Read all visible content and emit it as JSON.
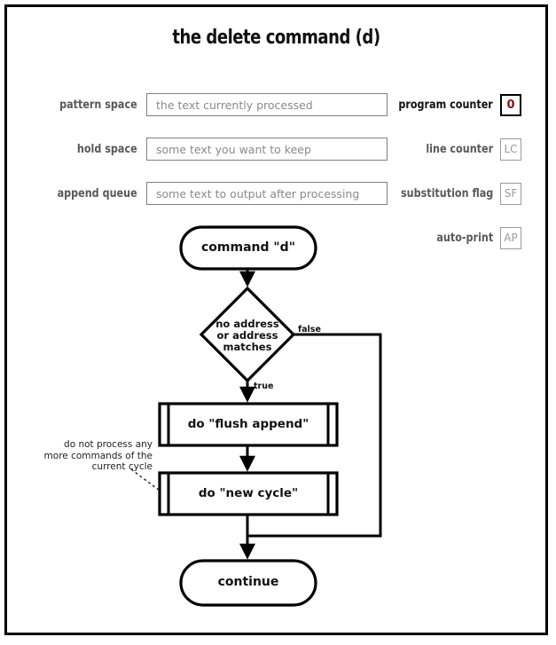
{
  "title": "the delete command (d)",
  "registers": {
    "fields": [
      {
        "label": "pattern space",
        "value": "the text currently processed"
      },
      {
        "label": "hold space",
        "value": "some text you want to keep"
      },
      {
        "label": "append queue",
        "value": "some text to output after processing"
      }
    ],
    "flags": [
      {
        "label": "program counter",
        "chip": "0",
        "active": true
      },
      {
        "label": "line counter",
        "chip": "LC",
        "active": false
      },
      {
        "label": "substitution flag",
        "chip": "SF",
        "active": false
      },
      {
        "label": "auto-print",
        "chip": "AP",
        "active": false
      }
    ]
  },
  "flowchart": {
    "start_label": "command \"d\"",
    "decision_line1": "no address",
    "decision_line2": "or address",
    "decision_line3": "matches",
    "false_label": "false",
    "true_label": "true",
    "process1_label": "do \"flush append\"",
    "process2_label": "do \"new cycle\"",
    "end_label": "continue",
    "annotation_line1": "do not process any",
    "annotation_line2": "more commands of the",
    "annotation_line3": "current cycle"
  },
  "colors": {
    "stroke": "#000000",
    "muted": "#8a8a8a",
    "accent": "#7a1515"
  }
}
